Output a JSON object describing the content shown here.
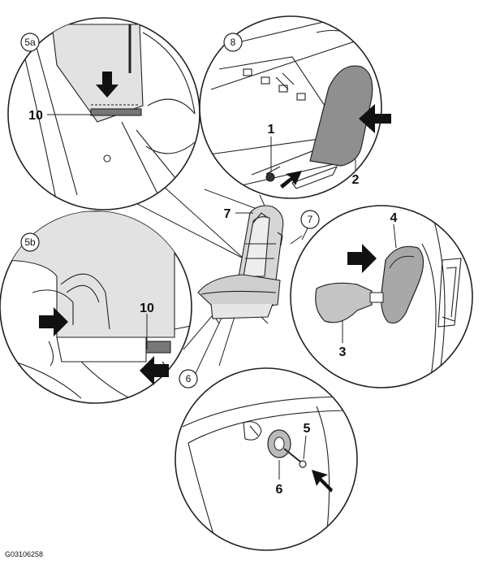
{
  "figure_code": "G03106258",
  "callouts": {
    "n1": "1",
    "n2": "2",
    "n3": "3",
    "n4": "4",
    "n5": "5",
    "n6": "6",
    "n6_circled": "6",
    "n7": "7",
    "n7_circled": "7",
    "n8_circled": "8",
    "n10_top": "10",
    "n10_mid": "10",
    "n5a": "5a",
    "n5b": "5b"
  }
}
